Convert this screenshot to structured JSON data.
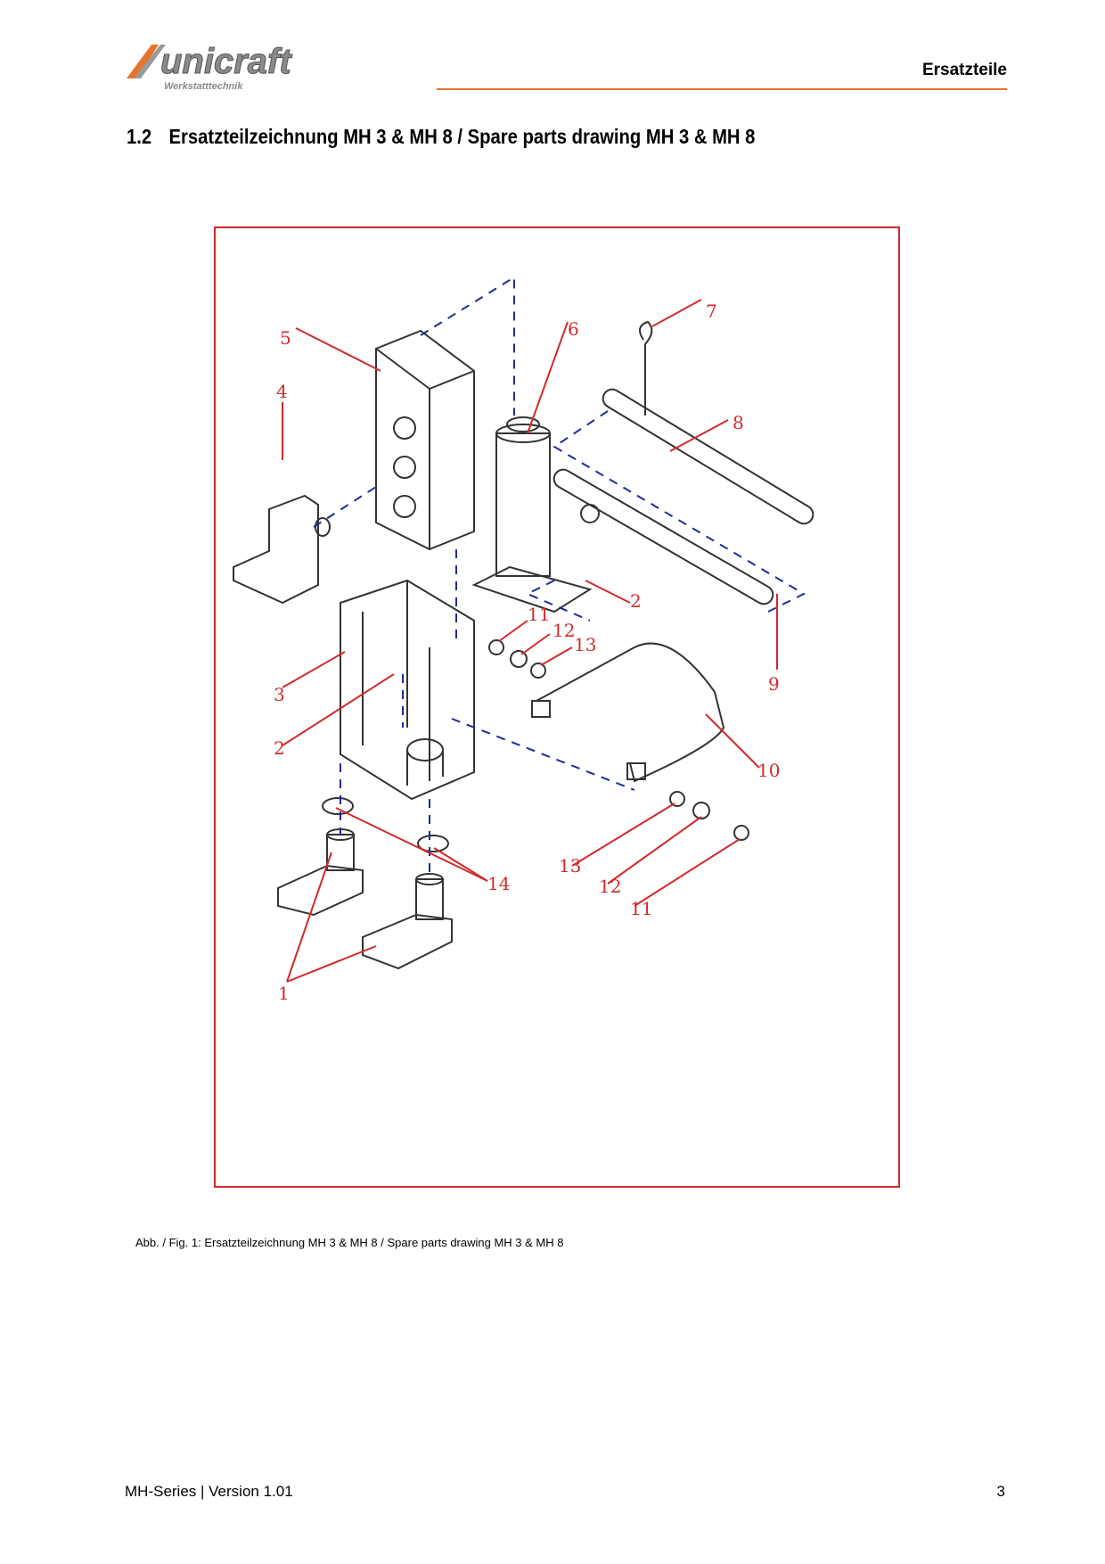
{
  "header": {
    "logo_text": "unicraft",
    "logo_tagline": "Werkstatttechnik",
    "section": "Ersatzteile"
  },
  "heading": {
    "number": "1.2",
    "title": "Ersatzteilzeichnung MH 3 & MH 8 / Spare parts drawing MH 3 & MH 8"
  },
  "figure": {
    "callouts": [
      "1",
      "2",
      "2",
      "3",
      "4",
      "5",
      "6",
      "7",
      "8",
      "9",
      "10",
      "11",
      "11",
      "12",
      "12",
      "13",
      "13",
      "14"
    ]
  },
  "caption": "Abb. / Fig. 1: Ersatzteilzeichnung MH 3 & MH 8 / Spare parts drawing MH 3 & MH 8",
  "footer": {
    "left": "MH-Series | Version 1.01",
    "page": "3"
  },
  "colors": {
    "accent": "#e8742c",
    "frame": "#d12a2a",
    "callout": "#d12a2a",
    "dashed_lines": "#1f2a9c"
  }
}
